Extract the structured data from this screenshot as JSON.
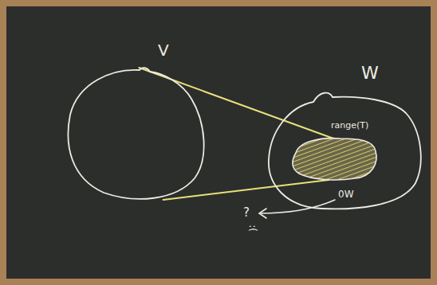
{
  "diagram": {
    "nodes": [
      {
        "text": [
          "V"
        ]
      },
      {
        "text": [
          "W"
        ]
      },
      {
        "text": [
          "range(T)"
        ],
        "in": 1
      }
    ],
    "edges": [
      {
        "from": 0,
        "to": 2,
        "arrow": "none"
      }
    ],
    "labels": [
      "0W",
      "?",
      ":("
    ]
  }
}
